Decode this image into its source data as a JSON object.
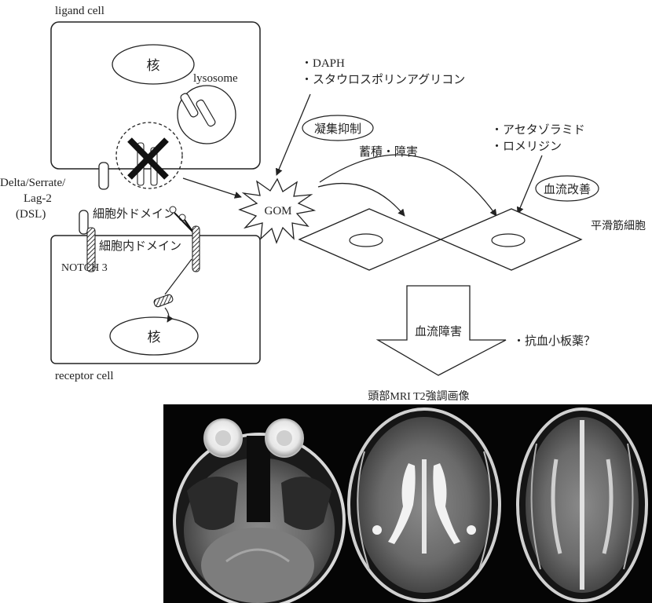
{
  "cells": {
    "ligand_cell": "ligand cell",
    "receptor_cell": "receptor cell",
    "nucleus": "核",
    "lysosome": "lysosome",
    "dsl_line1": "Delta/Serrate/",
    "dsl_line2": "Lag-2",
    "dsl_line3": "(DSL)",
    "extracellular_domain": "細胞外ドメイン",
    "intracellular_domain": "細胞内ドメイン",
    "notch3": "NOTCH 3"
  },
  "pathway": {
    "gom": "GOM",
    "drugs_aggregation": [
      "・DAPH",
      "・スタウロスポリンアグリコン"
    ],
    "aggregation_inhibition": "凝集抑制",
    "accumulation_damage": "蓄積・障害",
    "drugs_blood_flow": [
      "・アセタゾラミド",
      "・ロメリジン"
    ],
    "blood_flow_improvement": "血流改善",
    "smooth_muscle": "平滑筋細胞",
    "blood_flow_disorder": "血流障害",
    "antiplatelet": "・抗血小板薬？"
  },
  "mri": {
    "title": "頭部MRI T2強調画像"
  },
  "colors": {
    "line": "#222222",
    "mri_background": "#050505"
  }
}
